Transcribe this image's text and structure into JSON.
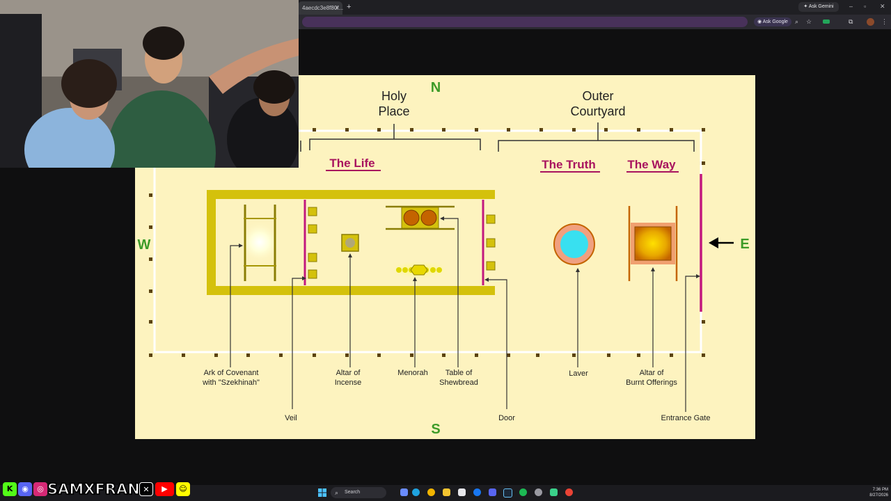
{
  "browser": {
    "tab_title": "4aecdc3e8f80f...",
    "tab_close": "×",
    "new_tab": "+",
    "gemini_label": "Ask Gemini",
    "ask_google": "Ask Google",
    "win_minimize": "–",
    "win_restore": "▫",
    "win_close": "✕"
  },
  "diagram": {
    "compass": {
      "north": "N",
      "south": "S",
      "west": "W",
      "east": "E"
    },
    "sections": {
      "holy_place_1": "Holy",
      "holy_place_2": "Place",
      "outer_courtyard_1": "Outer",
      "outer_courtyard_2": "Courtyard"
    },
    "headings": {
      "life": "The Life",
      "truth": "The Truth",
      "way": "The Way"
    },
    "labels": {
      "ark_1": "Ark of Covenant",
      "ark_2": "with \"Szekhinah\"",
      "incense_1": "Altar of",
      "incense_2": "Incense",
      "menorah": "Menorah",
      "shewbread_1": "Table of",
      "shewbread_2": "Shewbread",
      "laver": "Laver",
      "burnt_1": "Altar of",
      "burnt_2": "Burnt Offerings",
      "veil": "Veil",
      "door": "Door",
      "gate": "Entrance Gate"
    },
    "colors": {
      "background": "#fdf3bf",
      "gold": "#d4c10c",
      "magenta": "#c2187e",
      "green": "#3c9b28"
    }
  },
  "taskbar": {
    "search": "Search",
    "time": "7:36 PM",
    "date": "8/27/2026"
  },
  "overlay": {
    "channel": "SAMXFRANK",
    "k_icon": "K"
  }
}
